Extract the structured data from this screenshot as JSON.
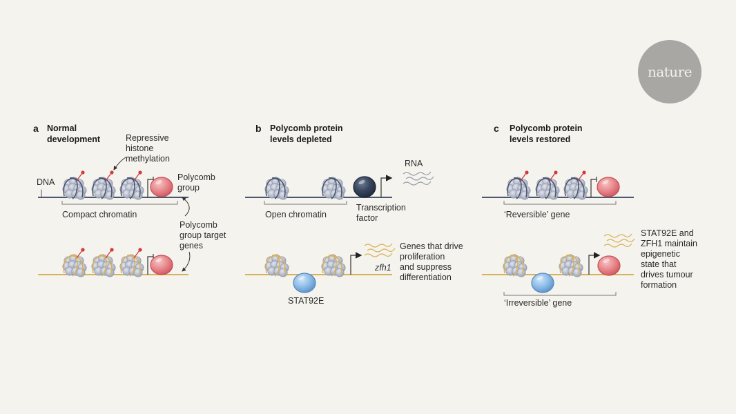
{
  "logo": {
    "text": "nature"
  },
  "colors": {
    "background": "#f5f3ed",
    "dna_compact": "#4a5770",
    "dna_open": "#d8b25a",
    "nucleosome": "#b7bccb",
    "methyl_mark": "#d2393c",
    "polycomb": "#e8898d",
    "transcription_factor": "#37455c",
    "stat92e": "#8fbde8",
    "rna_grey": "#9aa0ad",
    "rna_gold": "#d8b25a"
  },
  "panels": [
    {
      "letter": "a",
      "title_line1": "Normal",
      "title_line2": "development",
      "labels": {
        "dna": "DNA",
        "methylation_1": "Repressive",
        "methylation_2": "histone",
        "methylation_3": "methylation",
        "polycomb_1": "Polycomb",
        "polycomb_2": "group",
        "compact": "Compact chromatin",
        "target_1": "Polycomb",
        "target_2": "group target",
        "target_3": "genes"
      }
    },
    {
      "letter": "b",
      "title_line1": "Polycomb protein",
      "title_line2": "levels depleted",
      "labels": {
        "rna": "RNA",
        "open": "Open chromatin",
        "tf_1": "Transcription",
        "tf_2": "factor",
        "gene": "zfh1",
        "genes_1": "Genes that drive",
        "genes_2": "proliferation",
        "genes_3": "and suppress",
        "genes_4": "differentiation",
        "stat": "STAT92E"
      }
    },
    {
      "letter": "c",
      "title_line1": "Polycomb protein",
      "title_line2": "levels restored",
      "labels": {
        "reversible": "‘Reversible’ gene",
        "irreversible": "‘Irreversible’ gene",
        "desc_1": "STAT92E and",
        "desc_2": "ZFH1 maintain",
        "desc_3": "epigenetic",
        "desc_4": "state that",
        "desc_5": "drives tumour",
        "desc_6": "formation"
      }
    }
  ]
}
